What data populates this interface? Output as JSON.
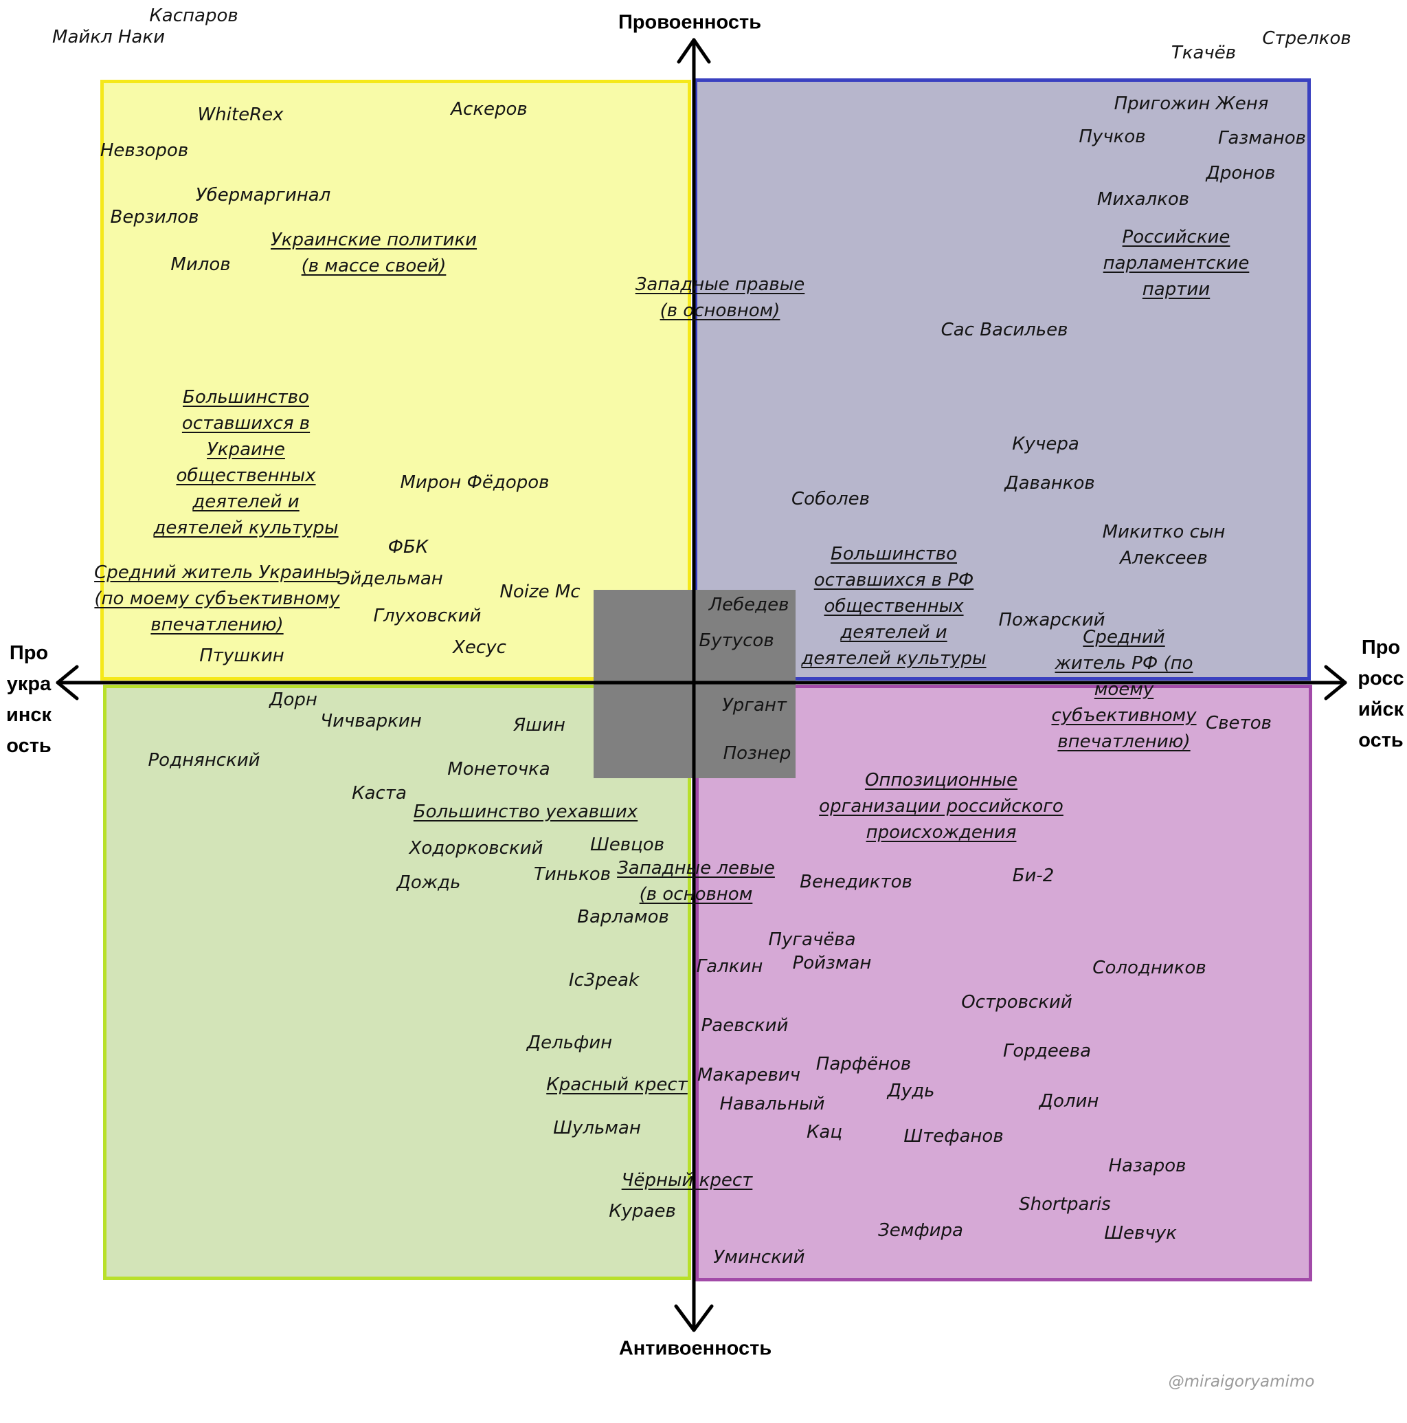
{
  "colors": {
    "top_left": {
      "fill": "#f8fba8",
      "border": "#f5e81a"
    },
    "top_right": {
      "fill": "#b7b6cc",
      "border": "#3a40c0"
    },
    "bottom_left": {
      "fill": "#d3e4b8",
      "border": "#b8e02a"
    },
    "bottom_right": {
      "fill": "#d6a9d6",
      "border": "#a24aa8"
    },
    "center": "#808080",
    "axes": "#000000"
  },
  "axes": {
    "top": "Провоенность",
    "bottom": "Антивоенность",
    "left": "Про\nукра\nинск\nость",
    "right": "Про\nросс\nийск\nость"
  },
  "watermark": "@miraigoryamimo",
  "labels": [
    {
      "text": "Каспаров"
    },
    {
      "text": "Майкл Наки"
    },
    {
      "text": "Ткачёв"
    },
    {
      "text": "Стрелков"
    },
    {
      "text": "WhiteRex"
    },
    {
      "text": "Аскеров"
    },
    {
      "text": "Невзоров"
    },
    {
      "text": "Убермаргинал"
    },
    {
      "text": "Верзилов"
    },
    {
      "text": "Украинские политики\n(в массе своей)"
    },
    {
      "text": "Милов"
    },
    {
      "text": "Пригожин Женя"
    },
    {
      "text": "Пучков"
    },
    {
      "text": "Газманов"
    },
    {
      "text": "Дронов"
    },
    {
      "text": "Михалков"
    },
    {
      "text": "Российские\nпарламентские\nпартии"
    },
    {
      "text": "Западные правые\n(в основном)"
    },
    {
      "text": "Сас Васильев"
    },
    {
      "text": "Большинство\nоставшихся в\nУкраине\nобщественных\nдеятелей и\nдеятелей культуры"
    },
    {
      "text": "Мирон Фёдоров"
    },
    {
      "text": "Кучера"
    },
    {
      "text": "Даванков"
    },
    {
      "text": "Соболев"
    },
    {
      "text": "Микитко сын\nАлексеев"
    },
    {
      "text": "ФБК"
    },
    {
      "text": "Средний житель Украины\n(по моему субъективному\nвпечатлению)"
    },
    {
      "text": "Эйдельман"
    },
    {
      "text": "Noize Mc"
    },
    {
      "text": "Глуховский"
    },
    {
      "text": "Хесус"
    },
    {
      "text": "Птушкин"
    },
    {
      "text": "Большинство\nоставшихся в РФ\nобщественных\nдеятелей и\nдеятелей культуры"
    },
    {
      "text": "Лебедев"
    },
    {
      "text": "Бутусов"
    },
    {
      "text": "Ургант"
    },
    {
      "text": "Познер"
    },
    {
      "text": "Пожарский"
    },
    {
      "text": "Средний\nжитель РФ (по\nмоему\nсубъективному\nвпечатлению)"
    },
    {
      "text": "Светов"
    },
    {
      "text": "Дорн"
    },
    {
      "text": "Чичваркин"
    },
    {
      "text": "Яшин"
    },
    {
      "text": "Роднянский"
    },
    {
      "text": "Монеточка"
    },
    {
      "text": "Каста"
    },
    {
      "text": "Большинство уехавших"
    },
    {
      "text": "Оппозиционные\nорганизации российского\nпроисхождения"
    },
    {
      "text": "Ходорковский"
    },
    {
      "text": "Шевцов"
    },
    {
      "text": "Западные левые\n(в основном"
    },
    {
      "text": "Тиньков"
    },
    {
      "text": "Дождь"
    },
    {
      "text": "Венедиктов"
    },
    {
      "text": "Би-2"
    },
    {
      "text": "Варламов"
    },
    {
      "text": "Пугачёва"
    },
    {
      "text": "Ройзман"
    },
    {
      "text": "Галкин"
    },
    {
      "text": "Солодников"
    },
    {
      "text": "Ic3peak"
    },
    {
      "text": "Островский"
    },
    {
      "text": "Раевский"
    },
    {
      "text": "Дельфин"
    },
    {
      "text": "Гордеева"
    },
    {
      "text": "Макаревич"
    },
    {
      "text": "Парфёнов"
    },
    {
      "text": "Красный крест"
    },
    {
      "text": "Дудь"
    },
    {
      "text": "Навальный"
    },
    {
      "text": "Долин"
    },
    {
      "text": "Шульман"
    },
    {
      "text": "Кац"
    },
    {
      "text": "Штефанов"
    },
    {
      "text": "Назаров"
    },
    {
      "text": "Чёрный крест"
    },
    {
      "text": "Shortparis"
    },
    {
      "text": "Кураев"
    },
    {
      "text": "Земфира"
    },
    {
      "text": "Шевчук"
    },
    {
      "text": "Уминский"
    }
  ]
}
